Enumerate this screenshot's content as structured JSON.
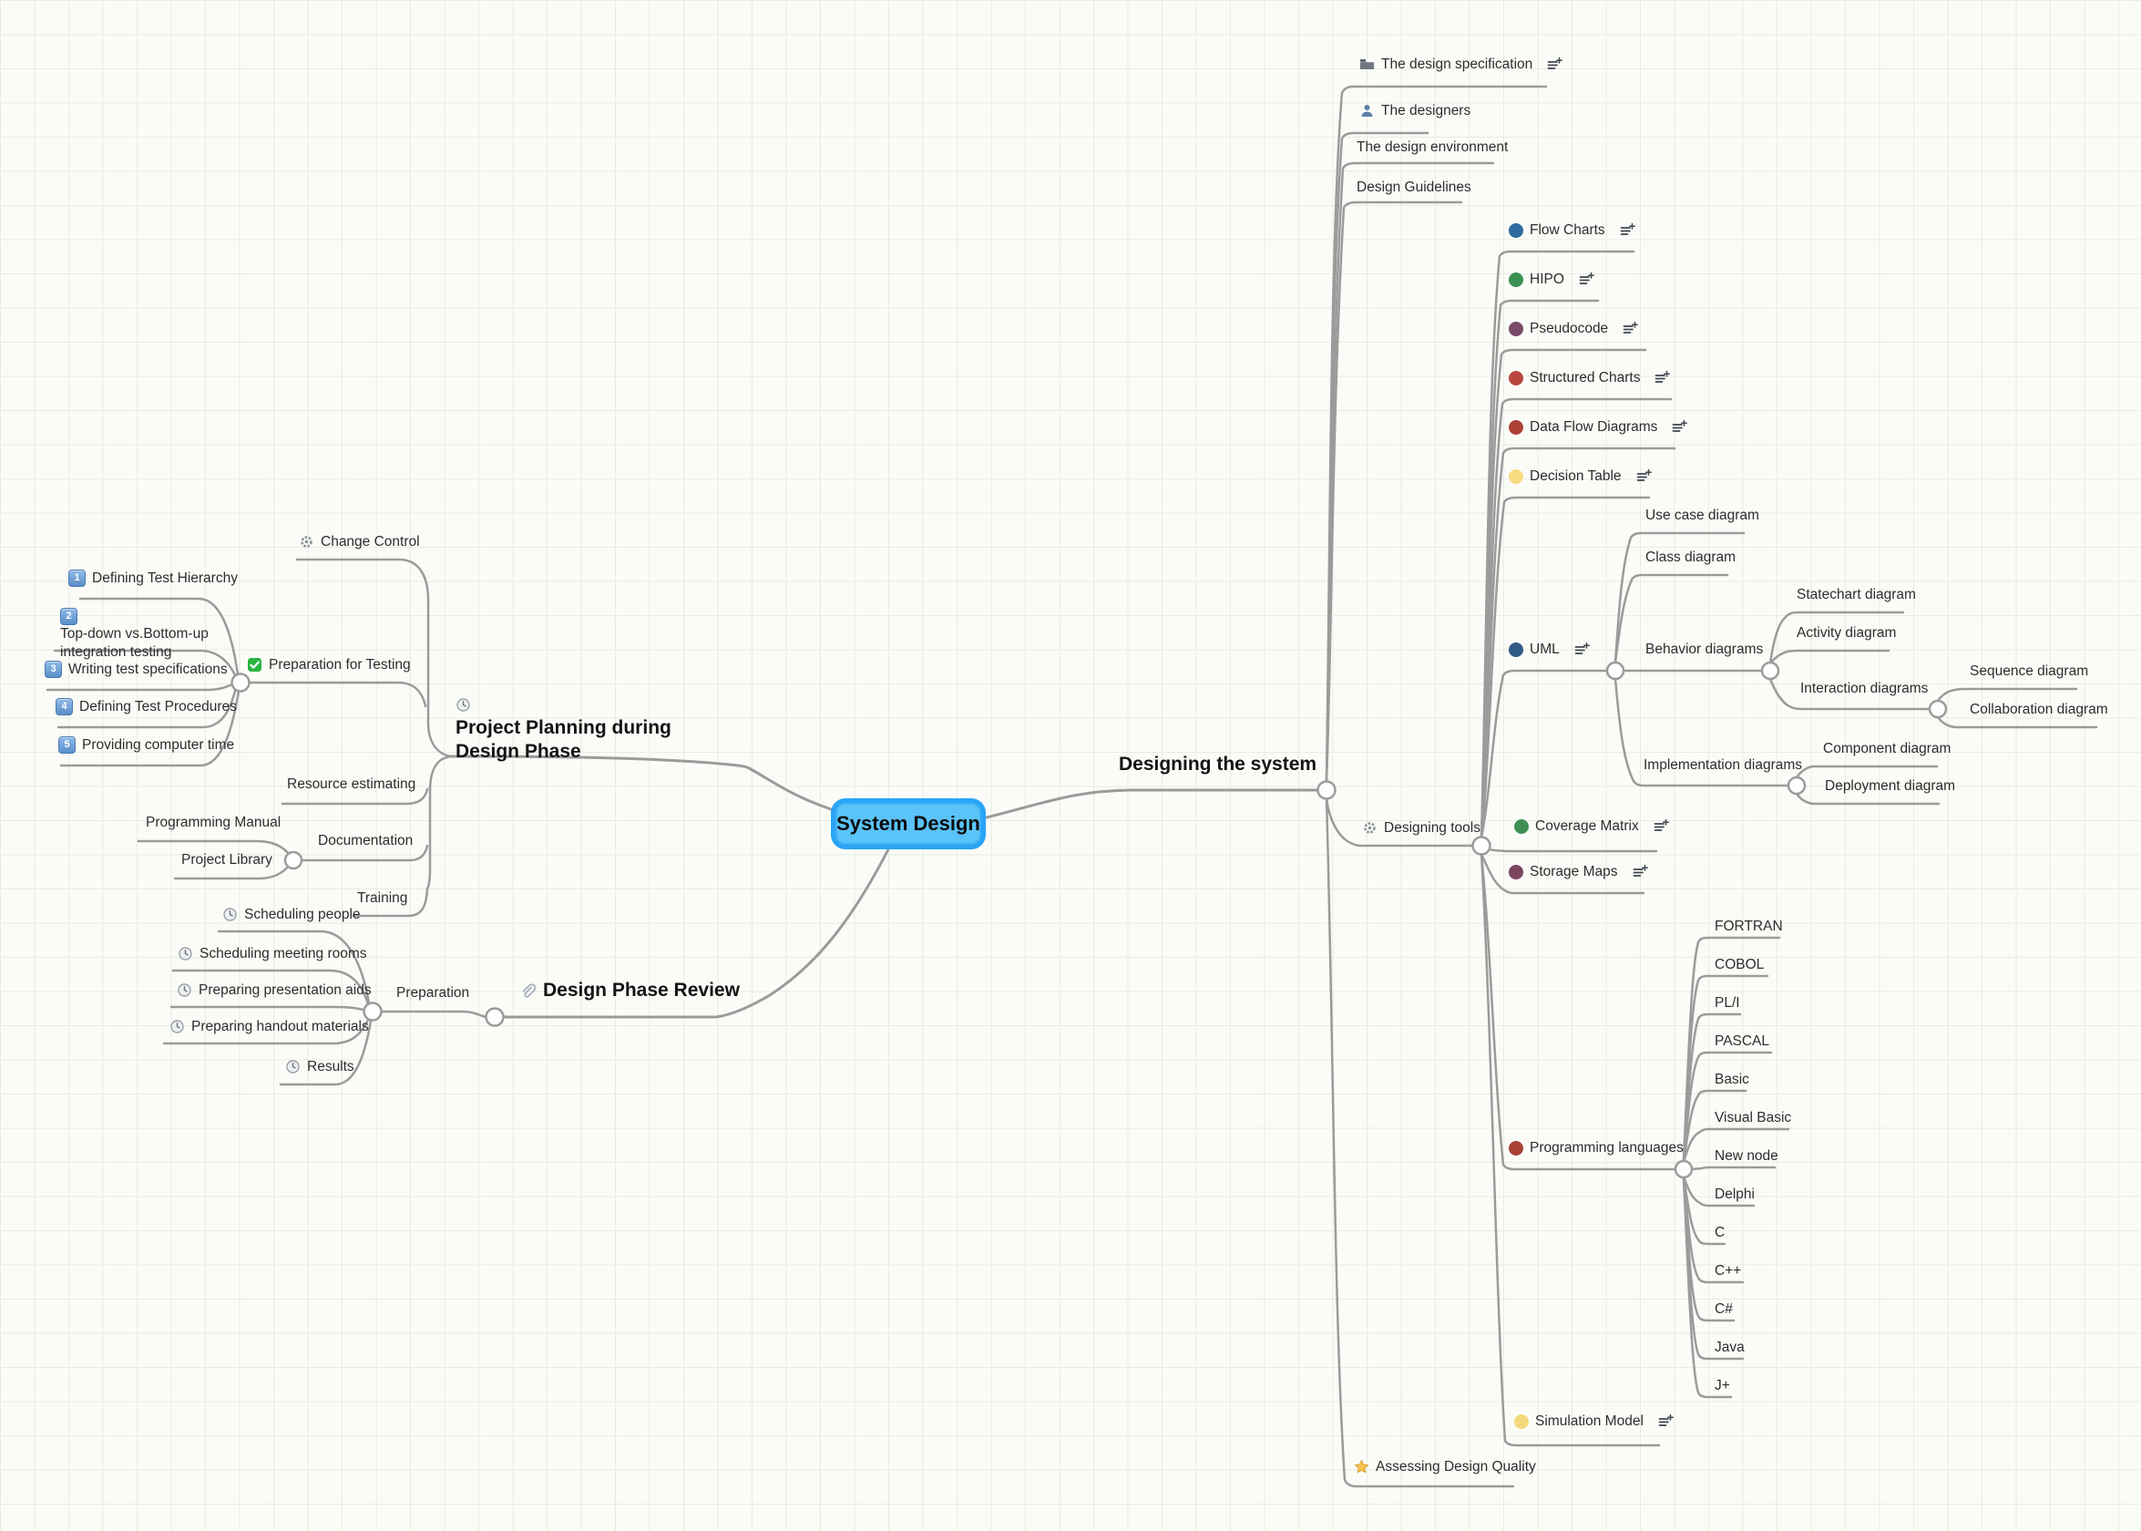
{
  "canvas": {
    "background": "#fbfcf8",
    "grid_line": "#e7ece2",
    "connector": "#9b9b9b"
  },
  "root": {
    "label": "System Design",
    "fill": "#5ac3f8",
    "border": "#2aa4f6"
  },
  "nodes": {
    "designing_the_system": {
      "label": "Designing the system"
    },
    "design_specification": {
      "label": "The design specification",
      "icon": "folder-icon",
      "notes": true
    },
    "designers": {
      "label": "The designers",
      "icon": "person-icon"
    },
    "design_environment": {
      "label": "The design environment"
    },
    "design_guidelines": {
      "label": "Design Guidelines"
    },
    "designing_tools": {
      "label": "Designing tools",
      "icon": "gear-icon"
    },
    "flow_charts": {
      "label": "Flow Charts",
      "dot": "#2e6b9e",
      "notes": true
    },
    "hipo": {
      "label": "HIPO",
      "dot": "#3a9152",
      "notes": true
    },
    "pseudocode": {
      "label": "Pseudocode",
      "dot": "#7c4a68",
      "notes": true
    },
    "structured_charts": {
      "label": "Structured Charts",
      "dot": "#b8473f",
      "notes": true
    },
    "data_flow_diagrams": {
      "label": "Data Flow Diagrams",
      "dot": "#ac4138",
      "notes": true
    },
    "decision_table": {
      "label": "Decision Table",
      "dot": "#f8dc81",
      "notes": true
    },
    "uml": {
      "label": "UML",
      "dot": "#2f5a86",
      "notes": true
    },
    "use_case_diagram": {
      "label": "Use case diagram"
    },
    "class_diagram": {
      "label": "Class diagram"
    },
    "behavior_diagrams": {
      "label": "Behavior diagrams"
    },
    "statechart_diagram": {
      "label": "Statechart diagram"
    },
    "activity_diagram": {
      "label": "Activity diagram"
    },
    "interaction_diagrams": {
      "label": "Interaction diagrams"
    },
    "sequence_diagram": {
      "label": "Sequence diagram"
    },
    "collaboration_diagram": {
      "label": "Collaboration diagram"
    },
    "implementation_diagrams": {
      "label": "Implementation diagrams"
    },
    "component_diagram": {
      "label": "Component diagram"
    },
    "deployment_diagram": {
      "label": "Deployment diagram"
    },
    "coverage_matrix": {
      "label": "Coverage Matrix",
      "dot": "#3f8f55",
      "notes": true
    },
    "storage_maps": {
      "label": "Storage Maps",
      "dot": "#7d4560",
      "notes": true
    },
    "programming_languages": {
      "label": "Programming languages",
      "dot": "#a84237"
    },
    "fortran": {
      "label": "FORTRAN"
    },
    "cobol": {
      "label": "COBOL"
    },
    "pl_i": {
      "label": "PL/I"
    },
    "pascal": {
      "label": "PASCAL"
    },
    "basic": {
      "label": "Basic"
    },
    "visual_basic": {
      "label": "Visual Basic"
    },
    "new_node": {
      "label": "New node"
    },
    "delphi": {
      "label": "Delphi"
    },
    "c": {
      "label": "C"
    },
    "cpp": {
      "label": "C++"
    },
    "csharp": {
      "label": "C#"
    },
    "java": {
      "label": "Java"
    },
    "j_plus": {
      "label": "J+"
    },
    "simulation_model": {
      "label": "Simulation Model",
      "dot": "#f6d87e",
      "notes": true
    },
    "assessing_design_quality": {
      "label": "Assessing Design Quality",
      "icon": "star-icon"
    },
    "project_planning": {
      "label": "Project Planning during Design Phase",
      "icon": "clock-icon"
    },
    "change_control": {
      "label": "Change Control",
      "icon": "gear-icon"
    },
    "preparation_for_testing": {
      "label": "Preparation for Testing",
      "icon": "check-icon"
    },
    "defining_test_hierarchy": {
      "label": "Defining Test Hierarchy",
      "icon": "number-1-icon",
      "num": "1"
    },
    "top_down_bottom_up": {
      "label": "Top-down vs.Bottom-up integration testing",
      "icon": "number-2-icon",
      "num": "2"
    },
    "writing_test_specifications": {
      "label": "Writing test specifications",
      "icon": "number-3-icon",
      "num": "3"
    },
    "defining_test_procedures": {
      "label": "Defining Test Procedures",
      "icon": "number-4-icon",
      "num": "4"
    },
    "providing_computer_time": {
      "label": "Providing computer time",
      "icon": "number-5-icon",
      "num": "5"
    },
    "resource_estimating": {
      "label": "Resource estimating"
    },
    "documentation": {
      "label": "Documentation"
    },
    "programming_manual": {
      "label": "Programming Manual"
    },
    "project_library": {
      "label": "Project Library"
    },
    "training": {
      "label": "Training"
    },
    "design_phase_review": {
      "label": "Design Phase Review",
      "icon": "paperclip-icon"
    },
    "preparation": {
      "label": "Preparation"
    },
    "scheduling_people": {
      "label": "Scheduling people",
      "icon": "clock-icon"
    },
    "scheduling_meeting_rooms": {
      "label": "Scheduling meeting rooms",
      "icon": "clock-icon"
    },
    "preparing_presentation_aids": {
      "label": "Preparing presentation aids",
      "icon": "clock-icon"
    },
    "preparing_handout_materials": {
      "label": "Preparing handout materials",
      "icon": "clock-icon"
    },
    "results": {
      "label": "Results",
      "icon": "clock-icon"
    }
  }
}
